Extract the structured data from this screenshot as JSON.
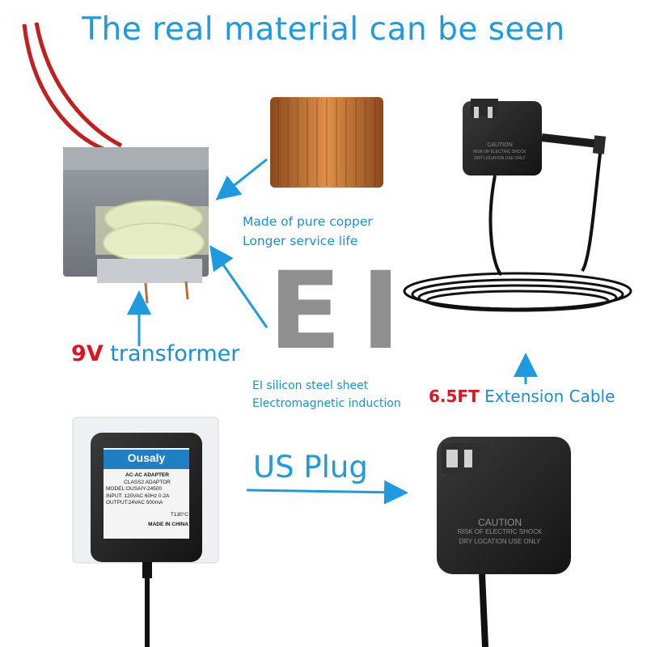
{
  "headline": "The real material can be seen",
  "copper": {
    "line1": "Made of pure copper",
    "line2": "Longer service life"
  },
  "steel": {
    "letters": "EI",
    "line1": "EI silicon steel sheet",
    "line2": "Electromagnetic induction"
  },
  "transformer_label": {
    "voltage": "9V",
    "word": "transformer"
  },
  "cable_label": {
    "length": "6.5FT",
    "word": "Extension Cable"
  },
  "plug_label": "US Plug",
  "adapter_front": {
    "brand": "Ousaly",
    "line1": "AC-AC ADAPTER",
    "line2": "CLASS2 ADAPTOR",
    "line3": "MODEL:OUSAIY-24500",
    "line4": "INPUT: 120VAC  60Hz 0.2A",
    "line5": "OUTPUT:24VAC   500mA",
    "temp": "T130°C",
    "made_in": "MADE IN CHINA"
  },
  "adapter_back": {
    "caution": "CAUTION",
    "line1": "RISK OF ELECTRIC SHOCK",
    "line2": "DRY LOCATION USE ONLY"
  },
  "adapter_top": {
    "caution": "CAUTION",
    "line1": "RISK OF ELECTRIC SHOCK",
    "line2": "DRY LOCATION USE ONLY"
  },
  "colors": {
    "accent_blue": "#1e9be0",
    "red": "#e0141e",
    "brand_blue": "#1f7ec4"
  }
}
